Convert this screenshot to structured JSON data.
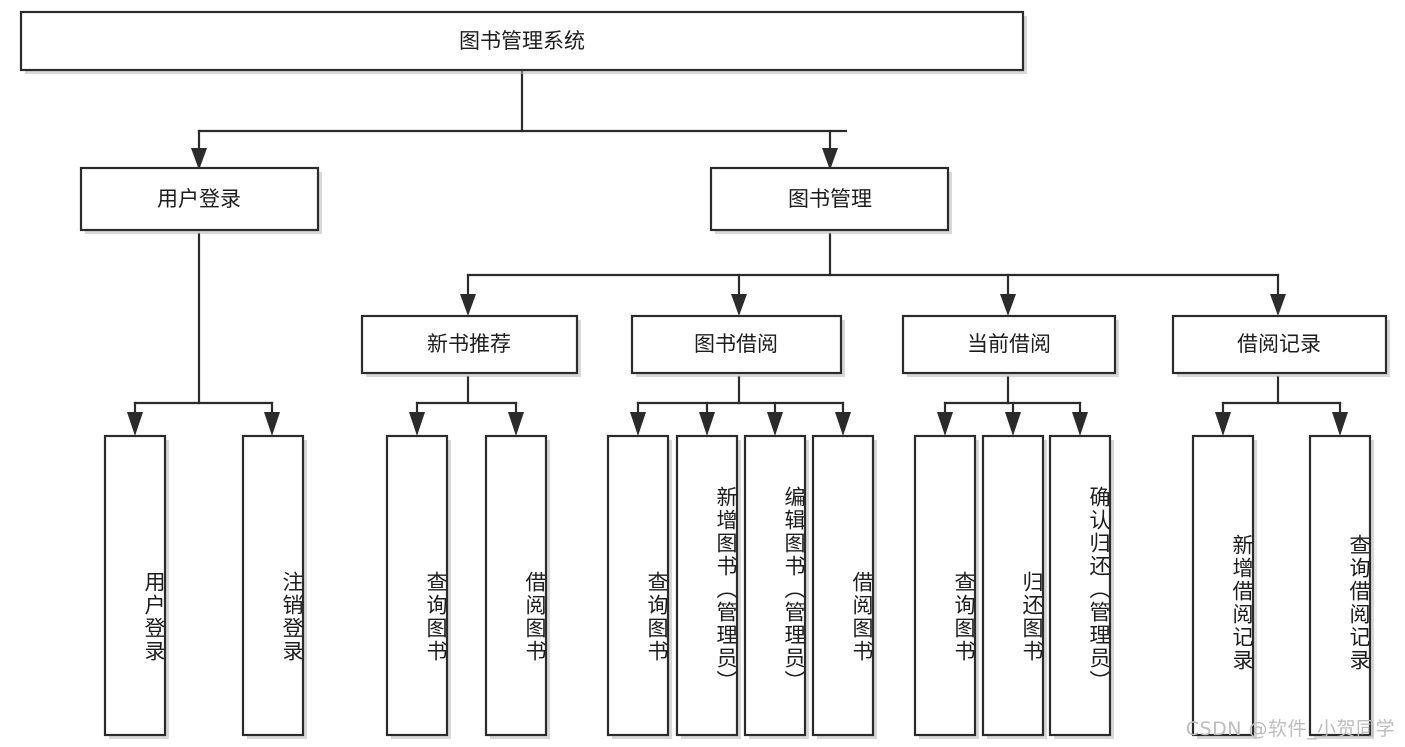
{
  "diagram": {
    "title": "图书管理系统",
    "type": "tree",
    "colors": {
      "box_fill": "#ffffff",
      "box_stroke": "#2b2b2b",
      "text": "#1d1d1d",
      "shadow": "#b8b8b8",
      "watermark": "#bdbdbd",
      "background": "#ffffff"
    },
    "root": {
      "label": "图书管理系统"
    },
    "level2": [
      {
        "label": "用户登录"
      },
      {
        "label": "图书管理"
      }
    ],
    "level3": [
      {
        "label": "新书推荐"
      },
      {
        "label": "图书借阅"
      },
      {
        "label": "当前借阅"
      },
      {
        "label": "借阅记录"
      }
    ],
    "leaves": {
      "user_login": [
        {
          "label": "用户登录"
        },
        {
          "label": "注销登录"
        }
      ],
      "new_book_recommend": [
        {
          "label": "查询图书"
        },
        {
          "label": "借阅图书"
        }
      ],
      "book_borrow": [
        {
          "label": "查询图书"
        },
        {
          "label": "新增图书（管理员）"
        },
        {
          "label": "编辑图书（管理员）"
        },
        {
          "label": "借阅图书"
        }
      ],
      "current_borrow": [
        {
          "label": "查询图书"
        },
        {
          "label": "归还图书"
        },
        {
          "label": "确认归还（管理员）"
        }
      ],
      "borrow_record": [
        {
          "label": "新增借阅记录"
        },
        {
          "label": "查询借阅记录"
        }
      ]
    }
  },
  "watermark": {
    "text": "CSDN @软件_小贺同学"
  }
}
